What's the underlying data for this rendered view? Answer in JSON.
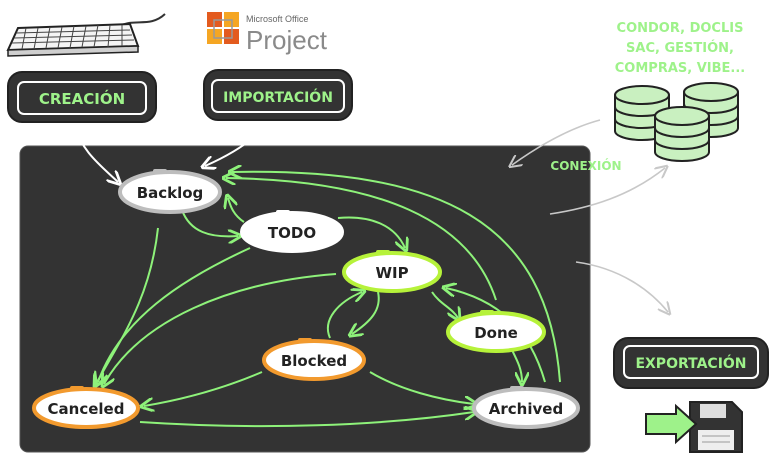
{
  "sources": {
    "creacion": "CREACIÓN",
    "importacion": "IMPORTACIÓN",
    "ms_brand": "Microsoft Office",
    "ms_product": "Project"
  },
  "connection": {
    "systems": [
      "CONDOR, DOCLIS",
      "SAC, GESTIÓN,",
      "COMPRAS, VIBE..."
    ],
    "label": "CONEXIÓN"
  },
  "export": {
    "label": "EXPORTACIÓN"
  },
  "states": {
    "backlog": "Backlog",
    "todo": "TODO",
    "wip": "WIP",
    "done": "Done",
    "blocked": "Blocked",
    "canceled": "Canceled",
    "archived": "Archived"
  },
  "colors": {
    "board": "#333333",
    "arrow_green": "#8ef27a",
    "label_green": "#9ef28a",
    "wip_green": "#b6f23a",
    "orange": "#f29a2e",
    "gray": "#bdbdbd",
    "white": "#ffffff"
  }
}
